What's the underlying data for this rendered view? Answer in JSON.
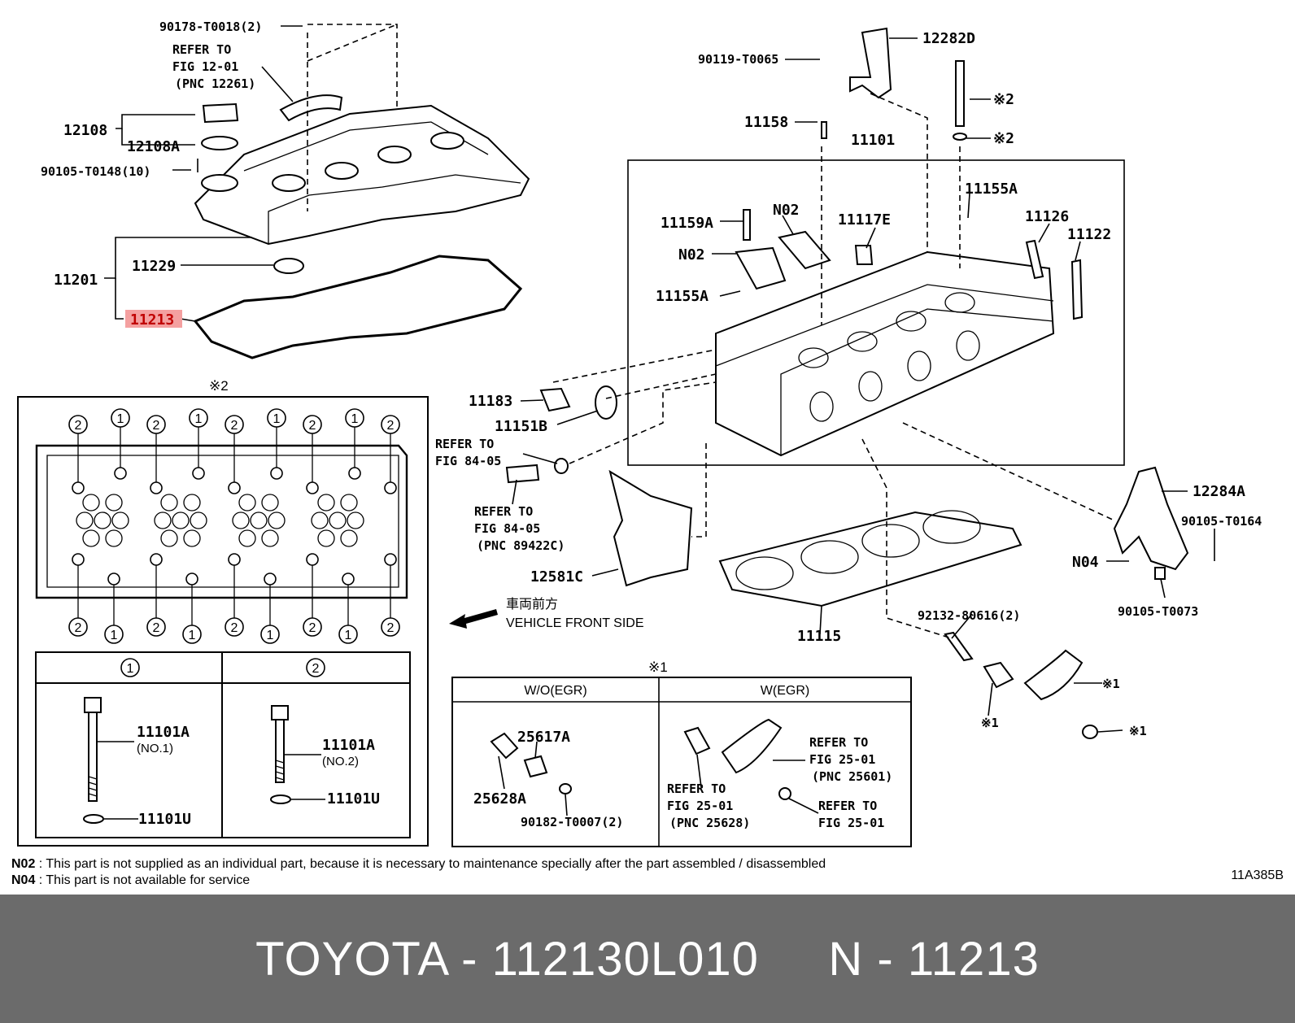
{
  "labels": {
    "p90178": "90178-T0018(2)",
    "ref_1201_a": "REFER TO",
    "ref_1201_b": "FIG 12-01",
    "ref_1201_c": "(PNC 12261)",
    "p12108": "12108",
    "p12108A": "12108A",
    "p90105_148": "90105-T0148(10)",
    "p11201": "11201",
    "p11229": "11229",
    "p11213": "11213",
    "p12282D": "12282D",
    "p90119": "90119-T0065",
    "p11158": "11158",
    "p11101": "11101",
    "note2a": "※2",
    "note2b": "※2",
    "p11159A": "11159A",
    "pN02a": "N02",
    "pN02b": "N02",
    "p11117E": "11117E",
    "p11155A_a": "11155A",
    "p11155A_b": "11155A",
    "p11126": "11126",
    "p11122": "11122",
    "p11183": "11183",
    "p11151B": "11151B",
    "ref_8405a_a": "REFER TO",
    "ref_8405a_b": "FIG 84-05",
    "ref_8405b_a": "REFER TO",
    "ref_8405b_b": "FIG 84-05",
    "ref_8405b_c": "(PNC 89422C)",
    "p12581C": "12581C",
    "p11115": "11115",
    "p12284A": "12284A",
    "p90105_164": "90105-T0164",
    "pN04": "N04",
    "p90105_073": "90105-T0073",
    "p92132": "92132-80616(2)",
    "note1a": "※1",
    "note1b": "※1",
    "note1c": "※1",
    "front_jp": "車両前方",
    "front_en": "VEHICLE FRONT SIDE",
    "note2_title": "※2",
    "c1": "1",
    "c2": "2",
    "p11101A_1": "11101A",
    "p11101A_1n": "(NO.1)",
    "p11101U_1": "11101U",
    "p11101A_2": "11101A",
    "p11101A_2n": "(NO.2)",
    "p11101U_2": "11101U",
    "note1_title": "※1",
    "wo_egr": "W/O(EGR)",
    "w_egr": "W(EGR)",
    "p25617A": "25617A",
    "p25628A": "25628A",
    "p90182": "90182-T0007(2)",
    "ref_2501a_a": "REFER TO",
    "ref_2501a_b": "FIG 25-01",
    "ref_2501a_c": "(PNC 25601)",
    "ref_2501b_a": "REFER TO",
    "ref_2501b_b": "FIG 25-01",
    "ref_2501b_c": "(PNC 25628)",
    "ref_2501c_a": "REFER TO",
    "ref_2501c_b": "FIG 25-01"
  },
  "notes": {
    "n02_code": "N02",
    "n02_text": " : This part is not supplied as an individual part, because it is necessary to maintenance specially after the part assembled / disassembled",
    "n04_code": "N04",
    "n04_text": " : This part is not available for service"
  },
  "diagram_id": "11A385B",
  "footer": {
    "title": "TOYOTA - 112130L010     N - 11213"
  },
  "colors": {
    "highlight": "#f4a0a0",
    "footer_bg": "#6b6b6b",
    "footer_text": "#ffffff"
  }
}
